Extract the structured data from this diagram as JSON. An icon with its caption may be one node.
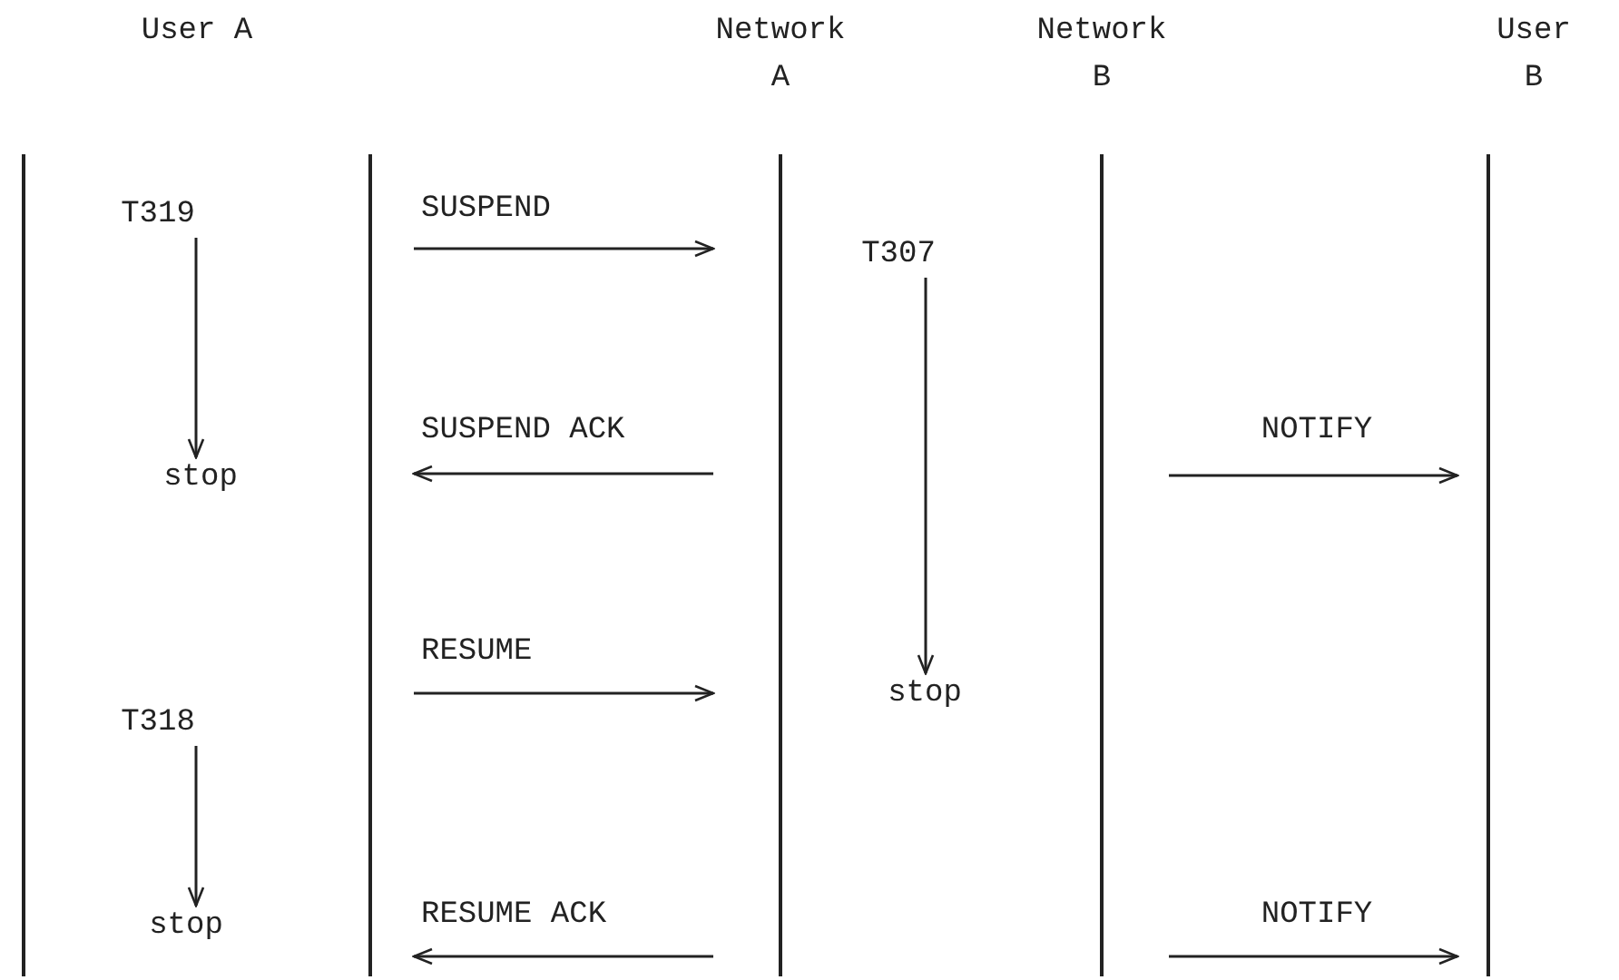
{
  "diagram": {
    "nodes": [
      {
        "text": [
          "User A"
        ]
      },
      {
        "text": [
          "Network A"
        ]
      },
      {
        "text": [
          "Network B"
        ]
      },
      {
        "text": [
          "User B"
        ]
      },
      {
        "text": [
          "T319"
        ],
        "in": 0
      },
      {
        "text": [
          "stop"
        ],
        "in": 0
      },
      {
        "text": [
          "T307"
        ]
      },
      {
        "text": [
          "stop"
        ]
      },
      {
        "text": [
          "T318"
        ],
        "in": 0
      },
      {
        "text": [
          "stop"
        ],
        "in": 0
      }
    ],
    "edges": [
      {
        "from": 0,
        "to": 1,
        "label": "SUSPEND",
        "arrow": "to"
      },
      {
        "from": 4,
        "to": 5,
        "arrow": "to"
      },
      {
        "from": 6,
        "to": 7,
        "arrow": "to"
      },
      {
        "from": 1,
        "to": 0,
        "label": "SUSPEND ACK",
        "arrow": "to"
      },
      {
        "from": 2,
        "to": 3,
        "label": "NOTIFY",
        "arrow": "to"
      },
      {
        "from": 0,
        "to": 1,
        "label": "RESUME",
        "arrow": "to"
      },
      {
        "from": 8,
        "to": 9,
        "arrow": "to"
      },
      {
        "from": 1,
        "to": 0,
        "label": "RESUME ACK",
        "arrow": "to"
      },
      {
        "from": 2,
        "to": 3,
        "label": "NOTIFY",
        "arrow": "to"
      }
    ]
  }
}
